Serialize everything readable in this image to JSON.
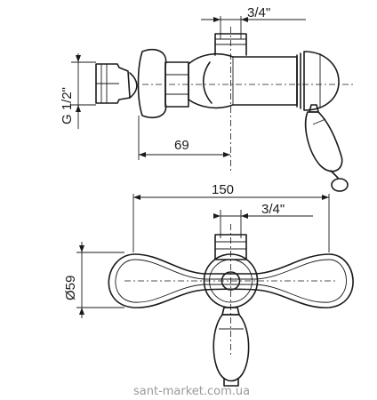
{
  "top_view": {
    "dim_inlet": "3/4\"",
    "dim_thread": "G 1/2\"",
    "dim_offset": "69"
  },
  "front_view": {
    "dim_width": "150",
    "dim_inlet": "3/4\"",
    "dim_diameter": "Ø59"
  },
  "watermark": "sant-market.com.ua"
}
